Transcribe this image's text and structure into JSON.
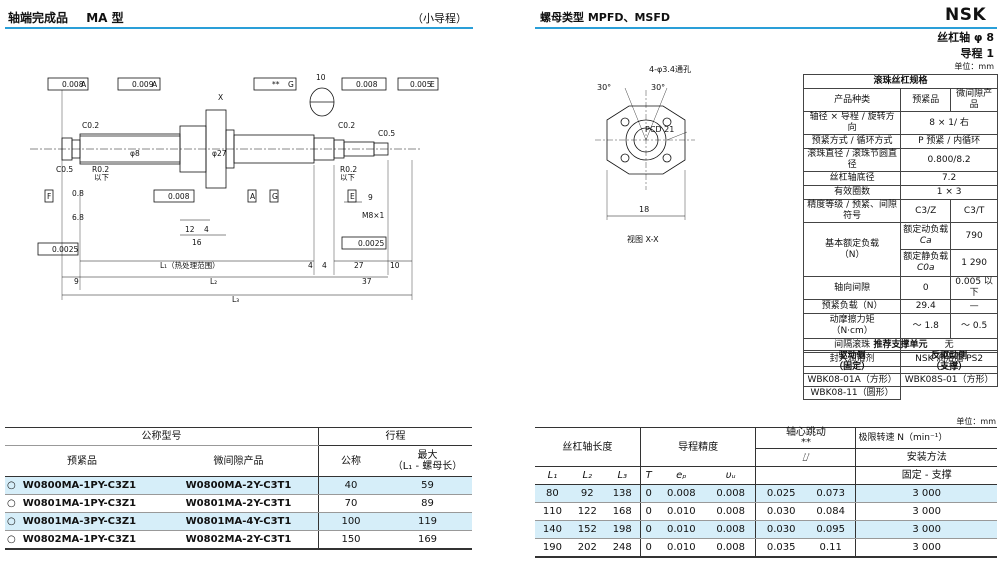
{
  "left_header": {
    "title": "轴端完成品",
    "model": "MA 型",
    "lead_note": "（小导程）"
  },
  "right_header": {
    "title": "螺母类型 MPFD、MSFD",
    "brand": "NSK",
    "shaft": "丝杠轴 φ 8",
    "lead": "导程 1",
    "unit": "单位：mm"
  },
  "drawing_labels": {
    "tol1": "0.008",
    "datum_a": "A",
    "tol2": "0.009",
    "star": "**",
    "datum_g": "G",
    "tol3": "0.008",
    "tol4": "0.005",
    "datum_e": "E",
    "datum_f": "F",
    "c02": "C0.2",
    "c05": "C0.5",
    "r02": "R0.2",
    "below": "以下",
    "l1": "L₁（热处理范围）",
    "l2": "L₂",
    "l3": "L₃",
    "d12": "12",
    "d4": "4",
    "d16": "16",
    "d9": "9",
    "d27": "27",
    "d10": "10",
    "d37": "37",
    "d4b": "4",
    "m8": "M8×1",
    "d6_8": "6.8",
    "d08": "0.8",
    "d10b": "10",
    "perp1": "0.0025",
    "perp2": "0.0025",
    "perp3": "0.008",
    "datum_a2": "A",
    "datum_g2": "G",
    "xmark": "X",
    "phi8": "φ8",
    "phi27": "φ27"
  },
  "view": {
    "holes": "4-φ3.4通孔",
    "a30a": "30°",
    "a30b": "30°",
    "pcd": "PCD 21",
    "width": "18",
    "caption": "视图 X-X"
  },
  "spec_table": {
    "title": "滚珠丝杠规格",
    "rows": [
      {
        "label": "产品种类",
        "v1": "预紧品",
        "v2": "微间隙产品"
      },
      {
        "label": "轴径 × 导程 / 旋转方向",
        "v": "8 × 1/ 右"
      },
      {
        "label": "预紧方式 / 循环方式",
        "v": "P 预紧 / 内循环"
      },
      {
        "label": "滚珠直径 / 滚珠节圆直径",
        "v": "0.800/8.2"
      },
      {
        "label": "丝杠轴底径",
        "v": "7.2"
      },
      {
        "label": "有效圈数",
        "v": "1 × 3"
      },
      {
        "label": "精度等级 / 预紧、间隙符号",
        "v1": "C3/Z",
        "v2": "C3/T"
      }
    ],
    "load_label": "基本额定负载\n（N）",
    "dyn_label": "额定动负载",
    "dyn_sym": "Ca",
    "dyn_val": "790",
    "stat_label": "额定静负载",
    "stat_sym": "C0a",
    "stat_val": "1 290",
    "rows2": [
      {
        "label": "轴向间隙",
        "v1": "0",
        "v2": "0.005 以下"
      },
      {
        "label": "预紧负载（N）",
        "v1": "29.4",
        "v2": "—"
      },
      {
        "label": "动摩擦力矩\n（N·cm）",
        "v1": "～ 1.8",
        "v2": "～ 0.5"
      },
      {
        "label": "间隔滚珠",
        "v": "无"
      },
      {
        "label": "封入润滑剂",
        "v": "NSK 润滑脂 PS2"
      }
    ]
  },
  "support_table": {
    "title": "推荐支撑单元",
    "drive_head": "驱动侧\n（固定）",
    "anti_head": "反驱动侧\n（支撑）",
    "drive_rows": [
      "WBK08-01A（方形）",
      "WBK08-11（圆形）"
    ],
    "anti_rows": [
      "WBK08S-01（方形）"
    ]
  },
  "bottom_unit": "单位：mm",
  "left_table": {
    "h_model": "公称型号",
    "h_stroke": "行程",
    "h_preload": "预紧品",
    "h_micro": "微间隙产品",
    "h_nominal": "公称",
    "h_max": "最大\n（L₁ - 螺母长）",
    "rows": [
      {
        "pre": "W0800MA-1PY-C3Z1",
        "micro": "W0800MA-2Y-C3T1",
        "nom": "40",
        "max": "59"
      },
      {
        "pre": "W0801MA-1PY-C3Z1",
        "micro": "W0801MA-2Y-C3T1",
        "nom": "70",
        "max": "89"
      },
      {
        "pre": "W0801MA-3PY-C3Z1",
        "micro": "W0801MA-4Y-C3T1",
        "nom": "100",
        "max": "119"
      },
      {
        "pre": "W0802MA-1PY-C3Z1",
        "micro": "W0802MA-2Y-C3T1",
        "nom": "150",
        "max": "169"
      }
    ]
  },
  "right_table": {
    "h_length": "丝杠轴长度",
    "h_acc": "导程精度",
    "h_runout": "轴心跳动\n**",
    "h_speed": "极限转速 N（min⁻¹）",
    "h_mount": "安装方法",
    "h_fix": "固定 - 支撑",
    "cols": [
      "L₁",
      "L₂",
      "L₃",
      "T",
      "eₚ",
      "υᵤ"
    ],
    "rows": [
      {
        "l1": "80",
        "l2": "92",
        "l3": "138",
        "t": "0",
        "ep": "0.008",
        "vu": "0.008",
        "r1": "0.025",
        "r2": "0.073",
        "n": "3 000"
      },
      {
        "l1": "110",
        "l2": "122",
        "l3": "168",
        "t": "0",
        "ep": "0.010",
        "vu": "0.008",
        "r1": "0.030",
        "r2": "0.084",
        "n": "3 000"
      },
      {
        "l1": "140",
        "l2": "152",
        "l3": "198",
        "t": "0",
        "ep": "0.010",
        "vu": "0.008",
        "r1": "0.030",
        "r2": "0.095",
        "n": "3 000"
      },
      {
        "l1": "190",
        "l2": "202",
        "l3": "248",
        "t": "0",
        "ep": "0.010",
        "vu": "0.008",
        "r1": "0.035",
        "r2": "0.11",
        "n": "3 000"
      }
    ]
  },
  "colors": {
    "accent": "#2a9fd8",
    "highlight": "#d6eef9"
  }
}
